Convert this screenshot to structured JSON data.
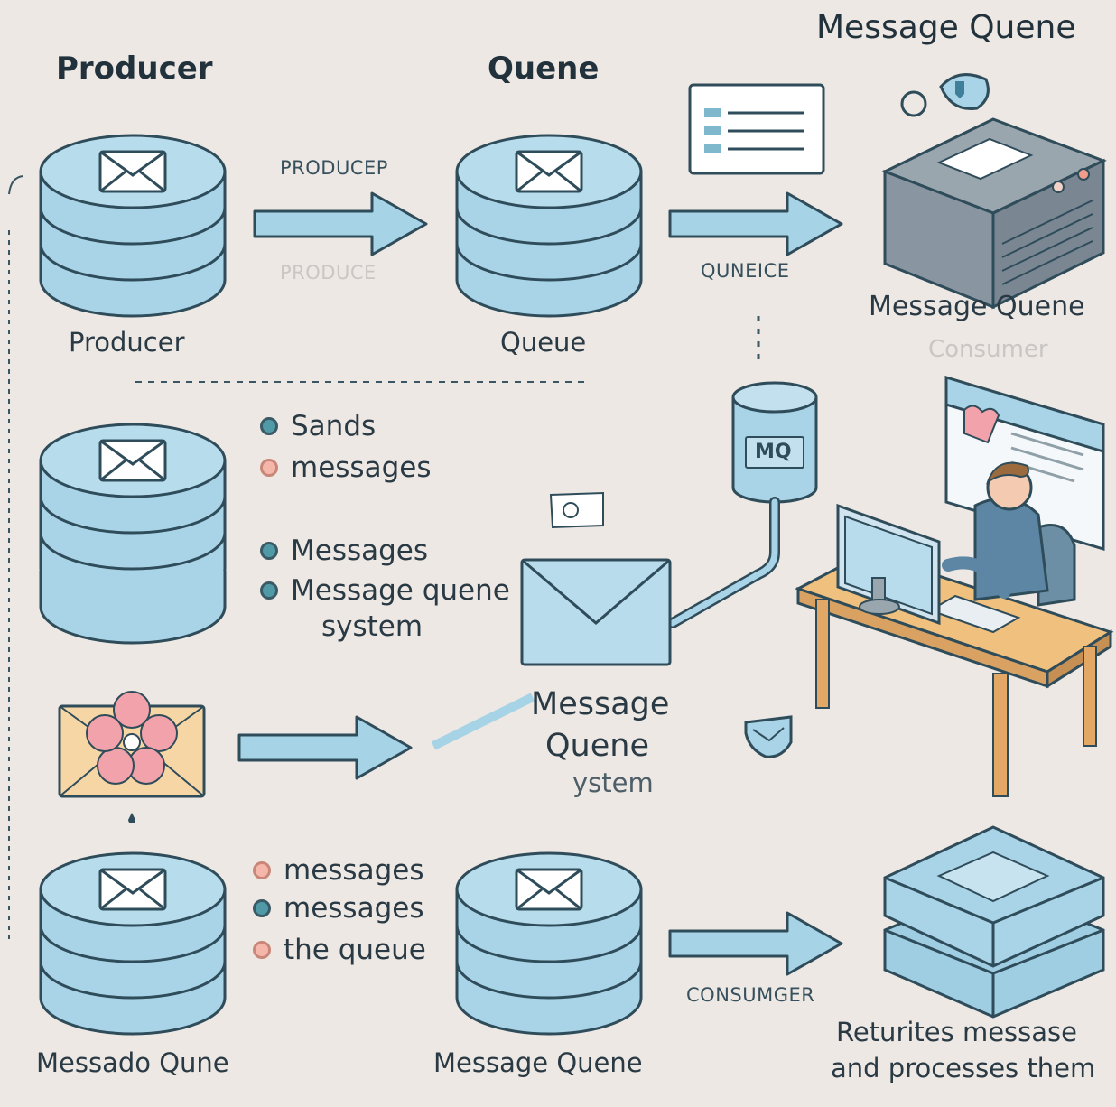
{
  "headings": {
    "producer": "Producer",
    "queue": "Quene",
    "message_queue": "Message Quene"
  },
  "row1": {
    "producer_caption": "Producer",
    "arrow1_label": "PRODUCEP",
    "arrow1_faded": "PRODUCE",
    "queue_caption": "Queue",
    "arrow2_label": "QUNEICE",
    "server_caption": "Message Quene",
    "server_faded": "Consumer",
    "mq_label": "MQ"
  },
  "bullets_top": [
    {
      "text": "Sands",
      "style": "teal"
    },
    {
      "text": "messages",
      "style": "pink"
    },
    {
      "text": "Messages",
      "style": "teal"
    },
    {
      "text": "Message quene",
      "style": "teal"
    }
  ],
  "bullets_top_cont": "system",
  "middle_text": {
    "line1": "Message",
    "line2": "Quene",
    "line3": "ystem"
  },
  "bullets_bottom": [
    {
      "text": "messages",
      "style": "pink"
    },
    {
      "text": "messages",
      "style": "teal"
    },
    {
      "text": "the queue",
      "style": "pink"
    }
  ],
  "bottom": {
    "left_caption": "Messado Qune",
    "mid_caption": "Message Quene",
    "arrow_label": "CONSUMGER",
    "right_line1": "Returites   messase",
    "right_line2": "and processes them"
  },
  "colors": {
    "background": "#ede8e3",
    "cylinder": "#a9d3e6",
    "outline": "#2f4c5a",
    "envelope_orange": "#f7d6a6",
    "flower_pink": "#f2a2aa",
    "desk": "#f0c07e"
  }
}
